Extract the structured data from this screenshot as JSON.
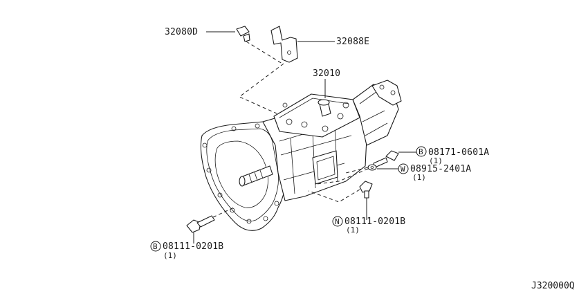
{
  "diagram_code": "J320000Q",
  "parts": {
    "p32080D": {
      "number": "32080D"
    },
    "p32088E": {
      "number": "32088E"
    },
    "p32010": {
      "number": "32010"
    },
    "bolt_b1": {
      "marker": "B",
      "number": "08171-0601A",
      "qty": "(1)"
    },
    "washer_w": {
      "marker": "W",
      "number": "08915-2401A",
      "qty": "(1)"
    },
    "nut_n": {
      "marker": "N",
      "number": "08111-0201B",
      "qty": "(1)"
    },
    "bolt_b2": {
      "marker": "B",
      "number": "08111-0201B",
      "qty": "(1)"
    }
  }
}
